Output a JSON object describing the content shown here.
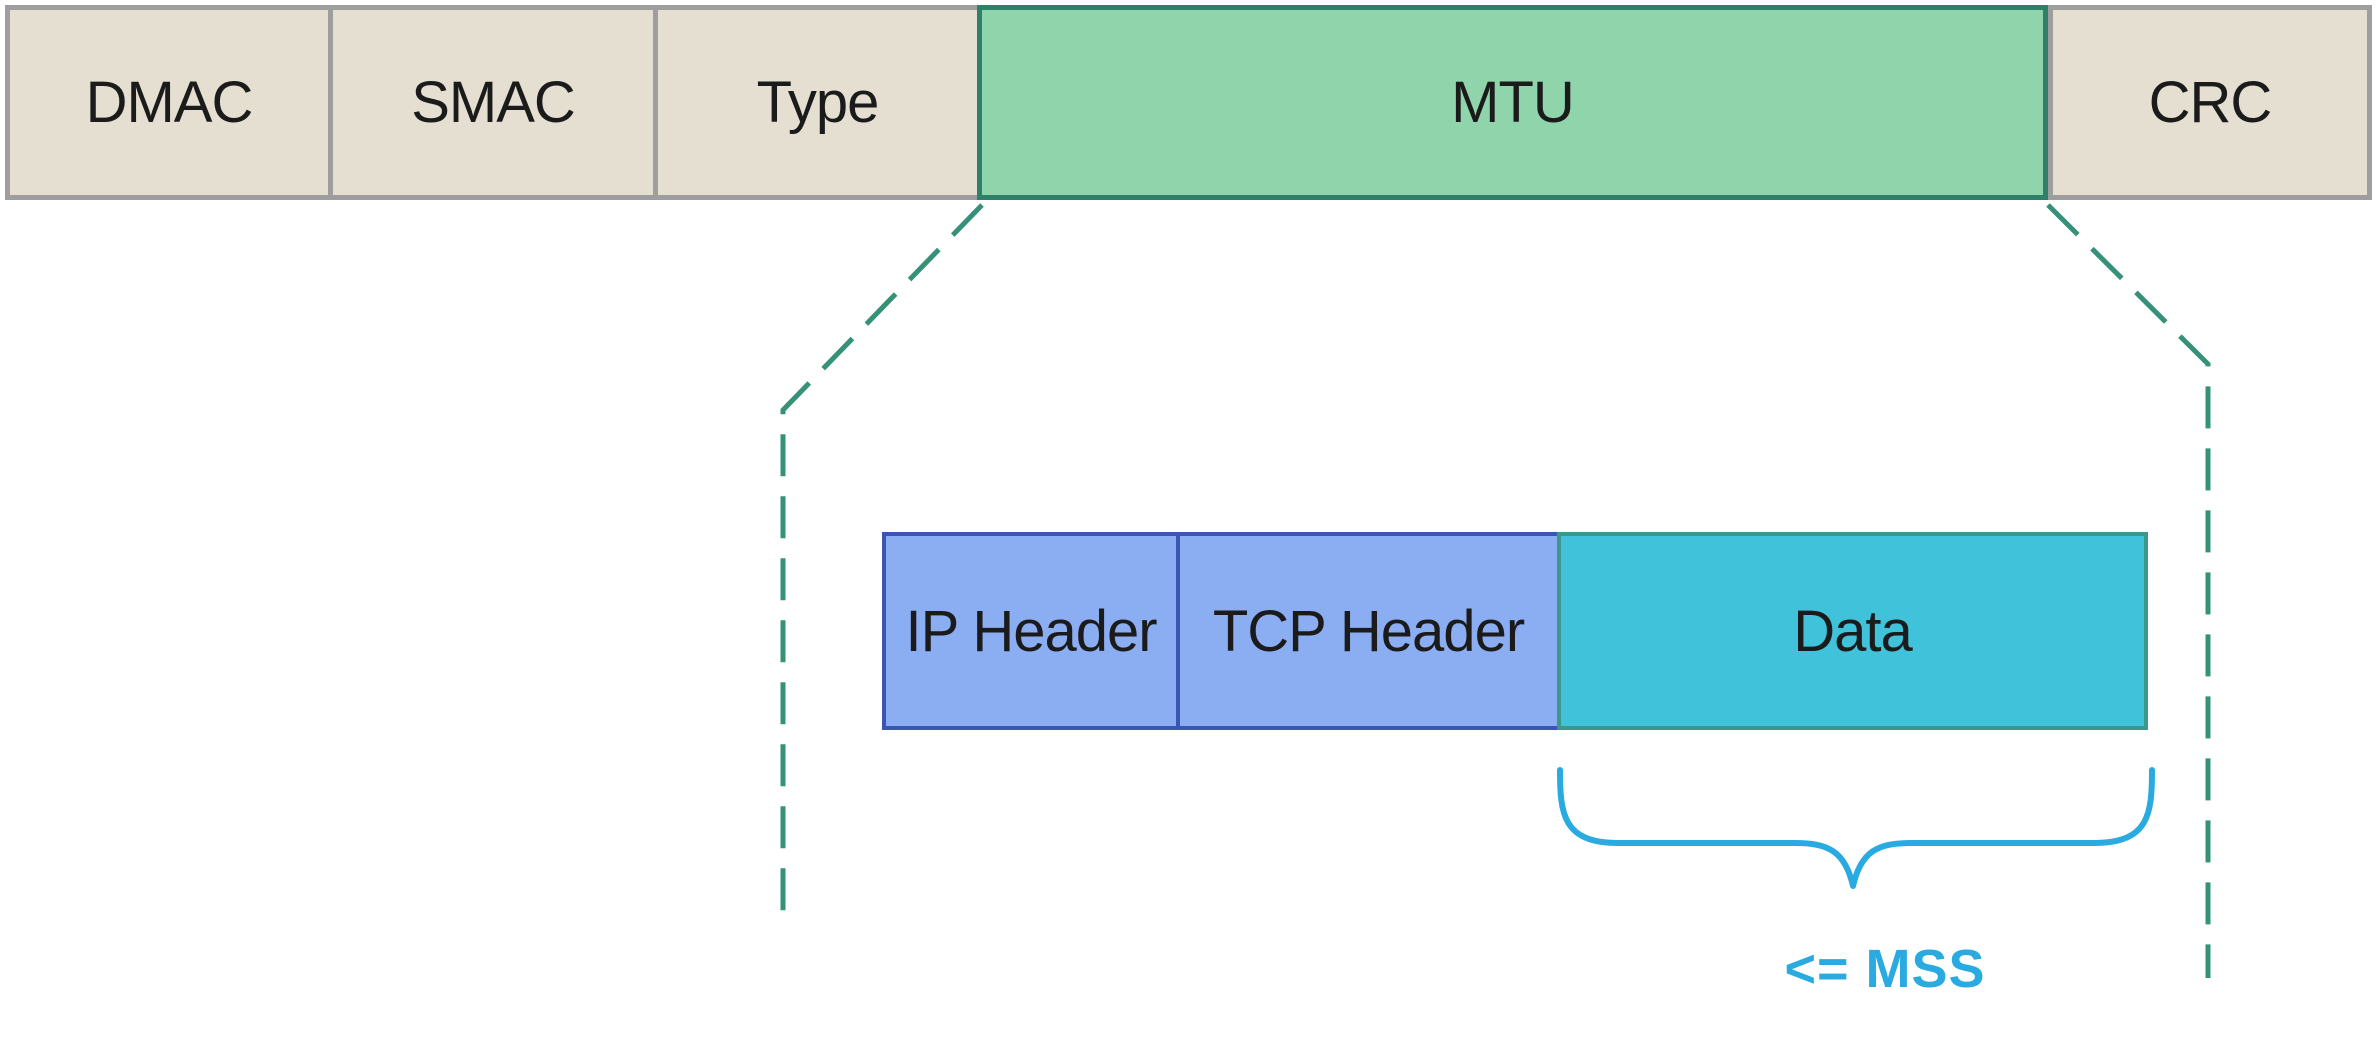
{
  "frame": {
    "description": "Ethernet frame fields",
    "fields": [
      {
        "label": "DMAC",
        "style": "plain"
      },
      {
        "label": "SMAC",
        "style": "plain"
      },
      {
        "label": "Type",
        "style": "plain"
      },
      {
        "label": "MTU",
        "style": "highlight-green"
      },
      {
        "label": "CRC",
        "style": "plain"
      }
    ]
  },
  "packet": {
    "description": "Expanded MTU payload fields",
    "fields": [
      {
        "label": "IP Header",
        "style": "blue"
      },
      {
        "label": "TCP Header",
        "style": "blue"
      },
      {
        "label": "Data",
        "style": "cyan"
      }
    ]
  },
  "annotation": {
    "mss_label": "<= MSS"
  },
  "colors": {
    "beige_fill": "#e5dfd1",
    "beige_border": "#9e9e9e",
    "green_fill": "#8fd4aa",
    "green_border": "#2e8168",
    "blue_fill": "#8badf2",
    "blue_border": "#3c54b4",
    "cyan_fill": "#3fc2da",
    "cyan_border": "#3a988a",
    "dash_color": "#359177",
    "brace_color": "#29abe2",
    "mss_color": "#29abe2",
    "text_color": "#1b1b1b"
  }
}
